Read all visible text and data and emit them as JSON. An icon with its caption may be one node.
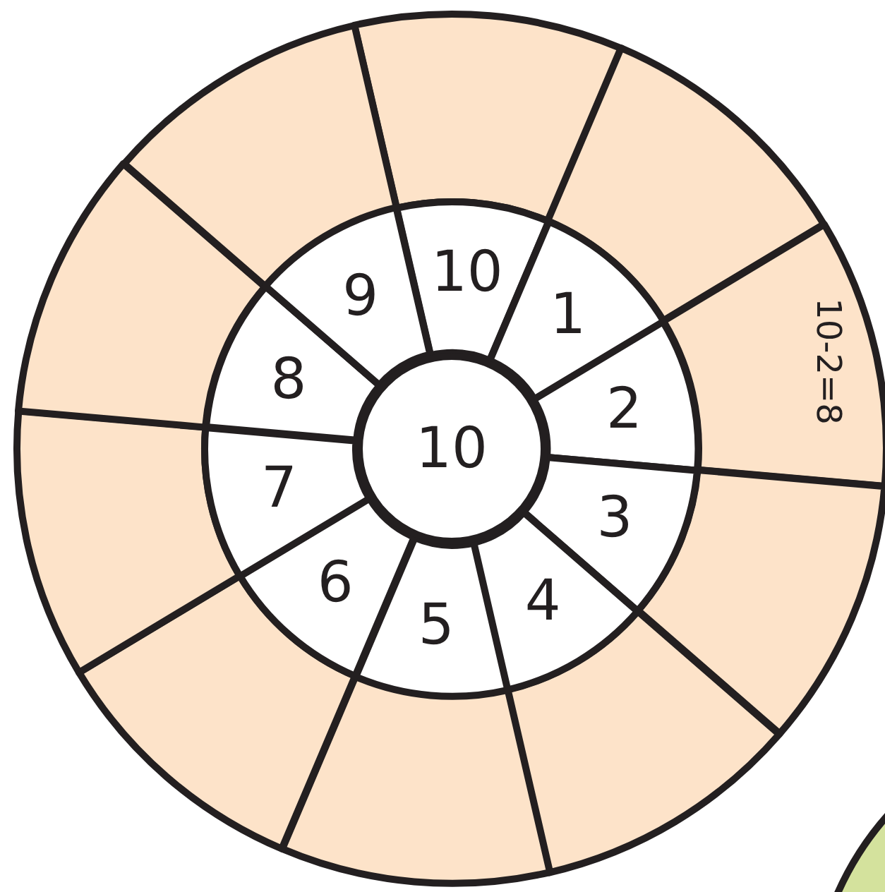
{
  "diagram": {
    "nodes": [
      {
        "text": [
          "10"
        ]
      },
      {
        "text": [
          "10"
        ]
      },
      {
        "text": [
          "1"
        ]
      },
      {
        "text": [
          "2"
        ]
      },
      {
        "text": [
          "3"
        ]
      },
      {
        "text": [
          "4"
        ]
      },
      {
        "text": [
          "5"
        ]
      },
      {
        "text": [
          "6"
        ]
      },
      {
        "text": [
          "7"
        ]
      },
      {
        "text": [
          "8"
        ]
      },
      {
        "text": [
          "9"
        ]
      },
      {
        "text": [],
        "shape": "sector"
      },
      {
        "text": [],
        "shape": "sector"
      },
      {
        "text": [
          "10-2=8"
        ]
      },
      {
        "text": [],
        "shape": "sector"
      },
      {
        "text": [],
        "shape": "sector"
      },
      {
        "text": [],
        "shape": "sector"
      },
      {
        "text": [],
        "shape": "sector"
      },
      {
        "text": [],
        "shape": "sector"
      },
      {
        "text": [],
        "shape": "sector"
      },
      {
        "text": [],
        "shape": "sector"
      }
    ]
  }
}
